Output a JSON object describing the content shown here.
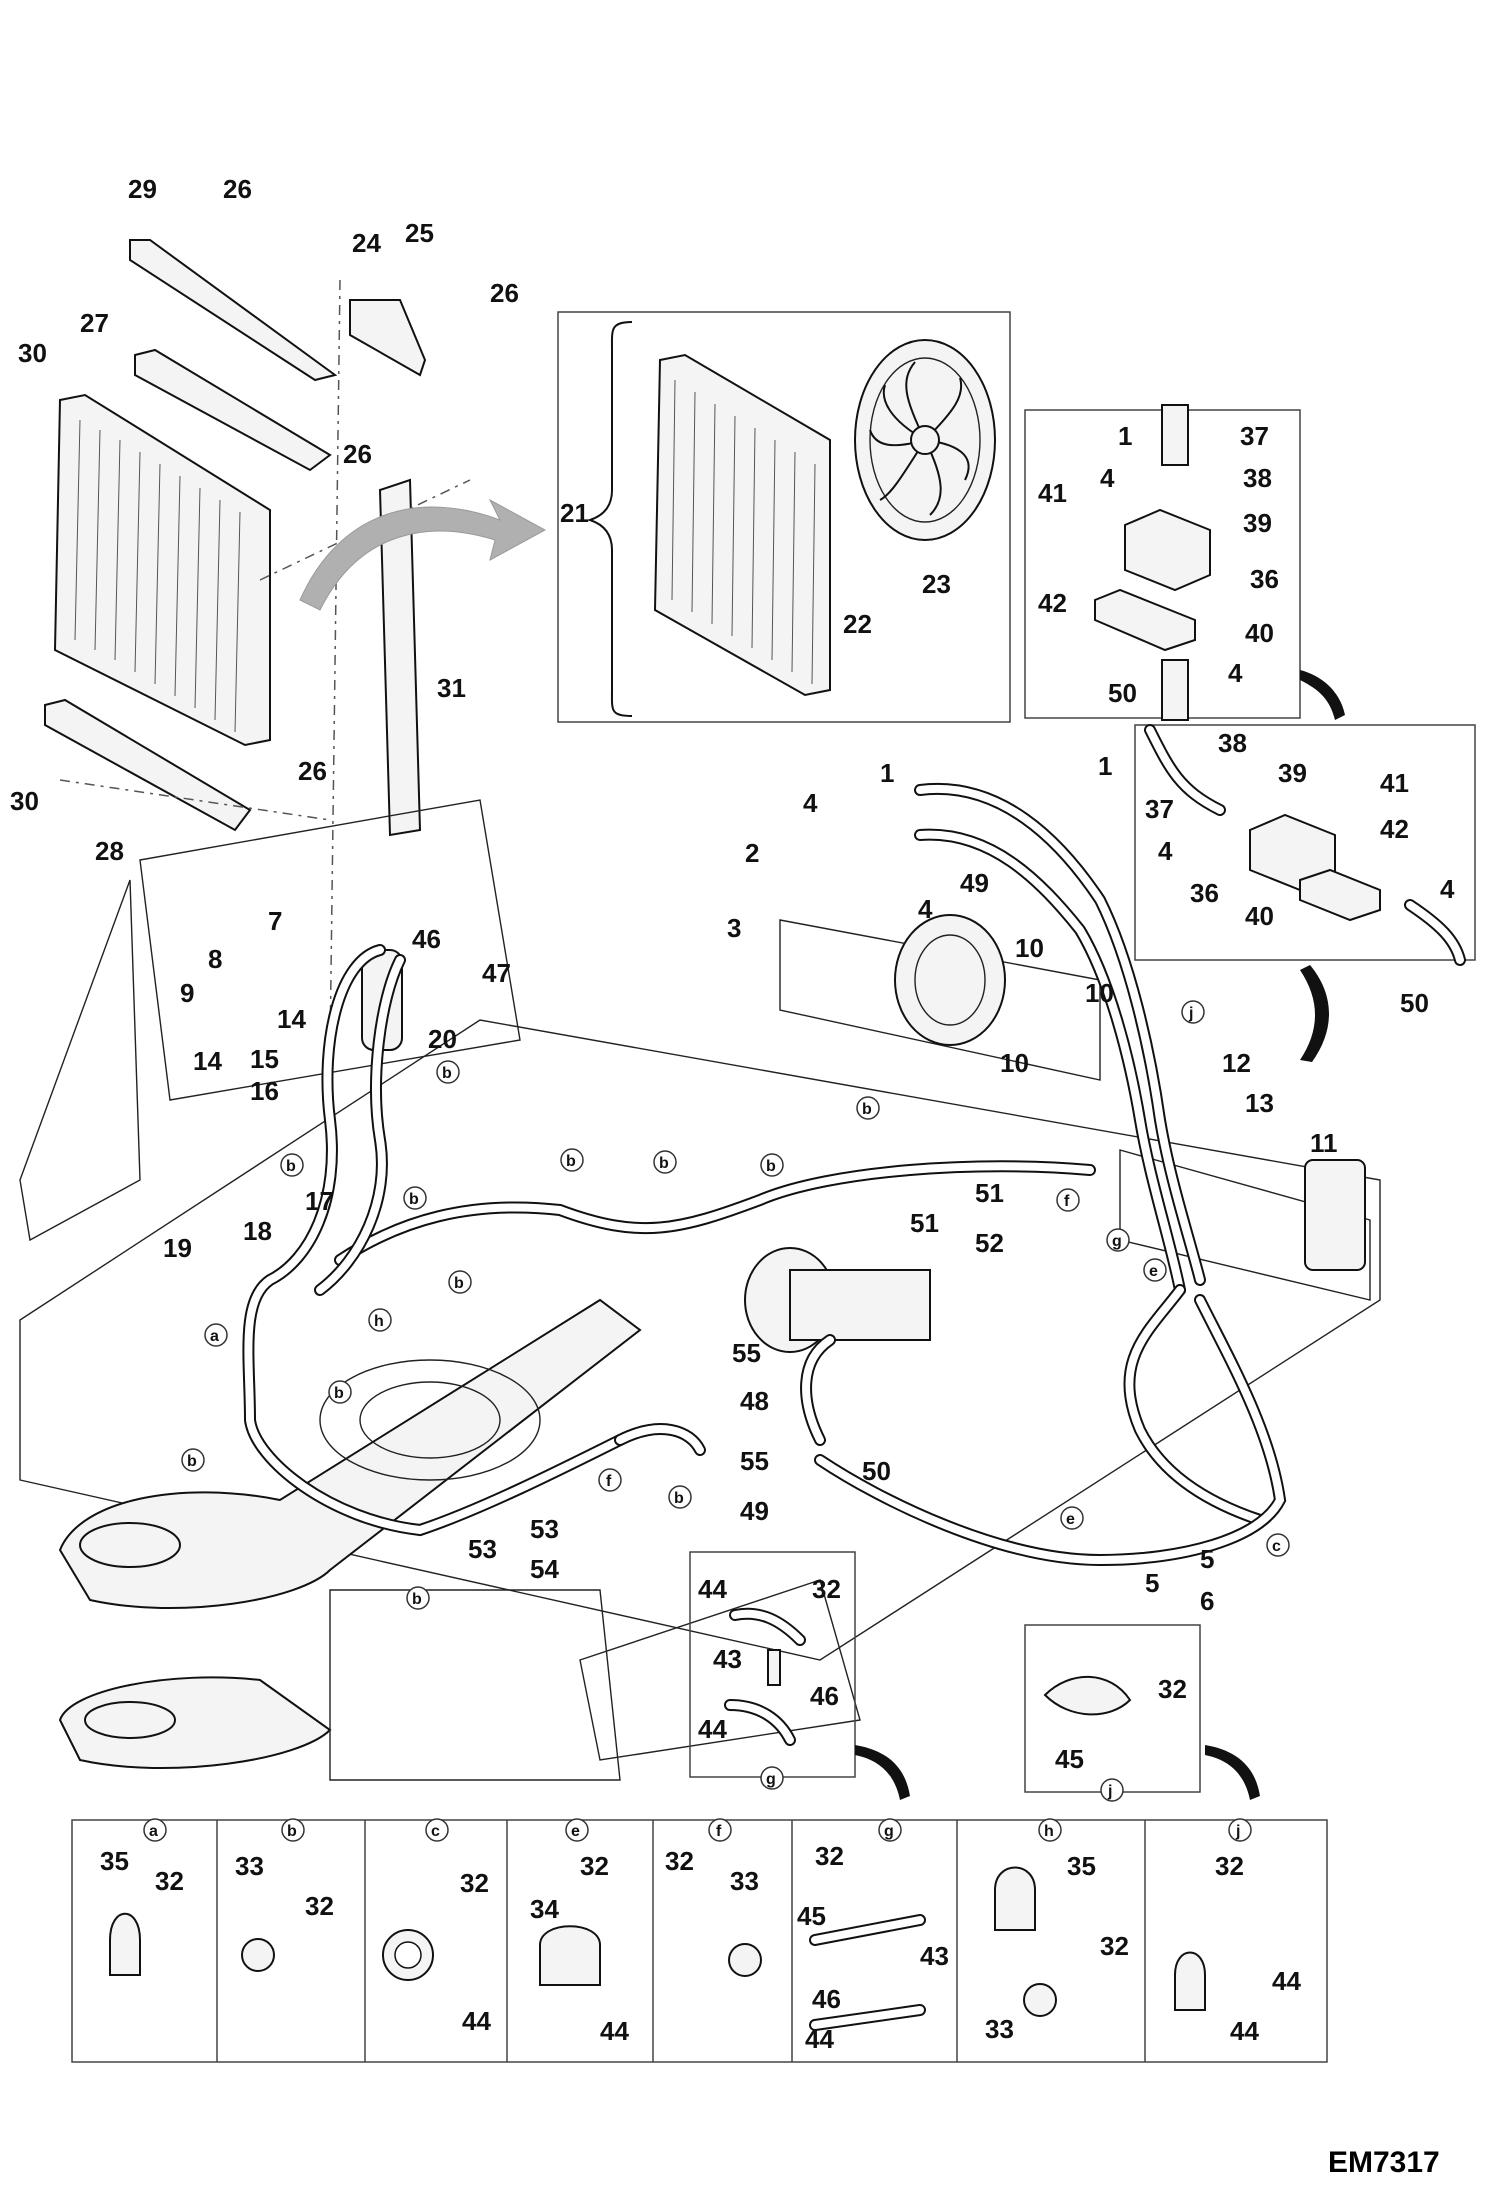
{
  "drawing_code": "EM7317",
  "callouts": {
    "c1": "1",
    "c2": "2",
    "c3": "3",
    "c4": "4",
    "c5": "5",
    "c6": "6",
    "c7": "7",
    "c8": "8",
    "c9": "9",
    "c10": "10",
    "c11": "11",
    "c12": "12",
    "c13": "13",
    "c14": "14",
    "c15": "15",
    "c16": "16",
    "c17": "17",
    "c18": "18",
    "c19": "19",
    "c20": "20",
    "c21": "21",
    "c22": "22",
    "c23": "23",
    "c24": "24",
    "c25": "25",
    "c26": "26",
    "c27": "27",
    "c28": "28",
    "c29": "29",
    "c30": "30",
    "c31": "31",
    "c32": "32",
    "c33": "33",
    "c34": "34",
    "c35": "35",
    "c36": "36",
    "c37": "37",
    "c38": "38",
    "c39": "39",
    "c40": "40",
    "c41": "41",
    "c42": "42",
    "c43": "43",
    "c44": "44",
    "c45": "45",
    "c46": "46",
    "c47": "47",
    "c48": "48",
    "c49": "49",
    "c50": "50",
    "c51": "51",
    "c52": "52",
    "c53": "53",
    "c54": "54",
    "c55": "55"
  },
  "detail_letters": {
    "a": "a",
    "b": "b",
    "c": "c",
    "e": "e",
    "f": "f",
    "g": "g",
    "h": "h",
    "j": "j"
  }
}
